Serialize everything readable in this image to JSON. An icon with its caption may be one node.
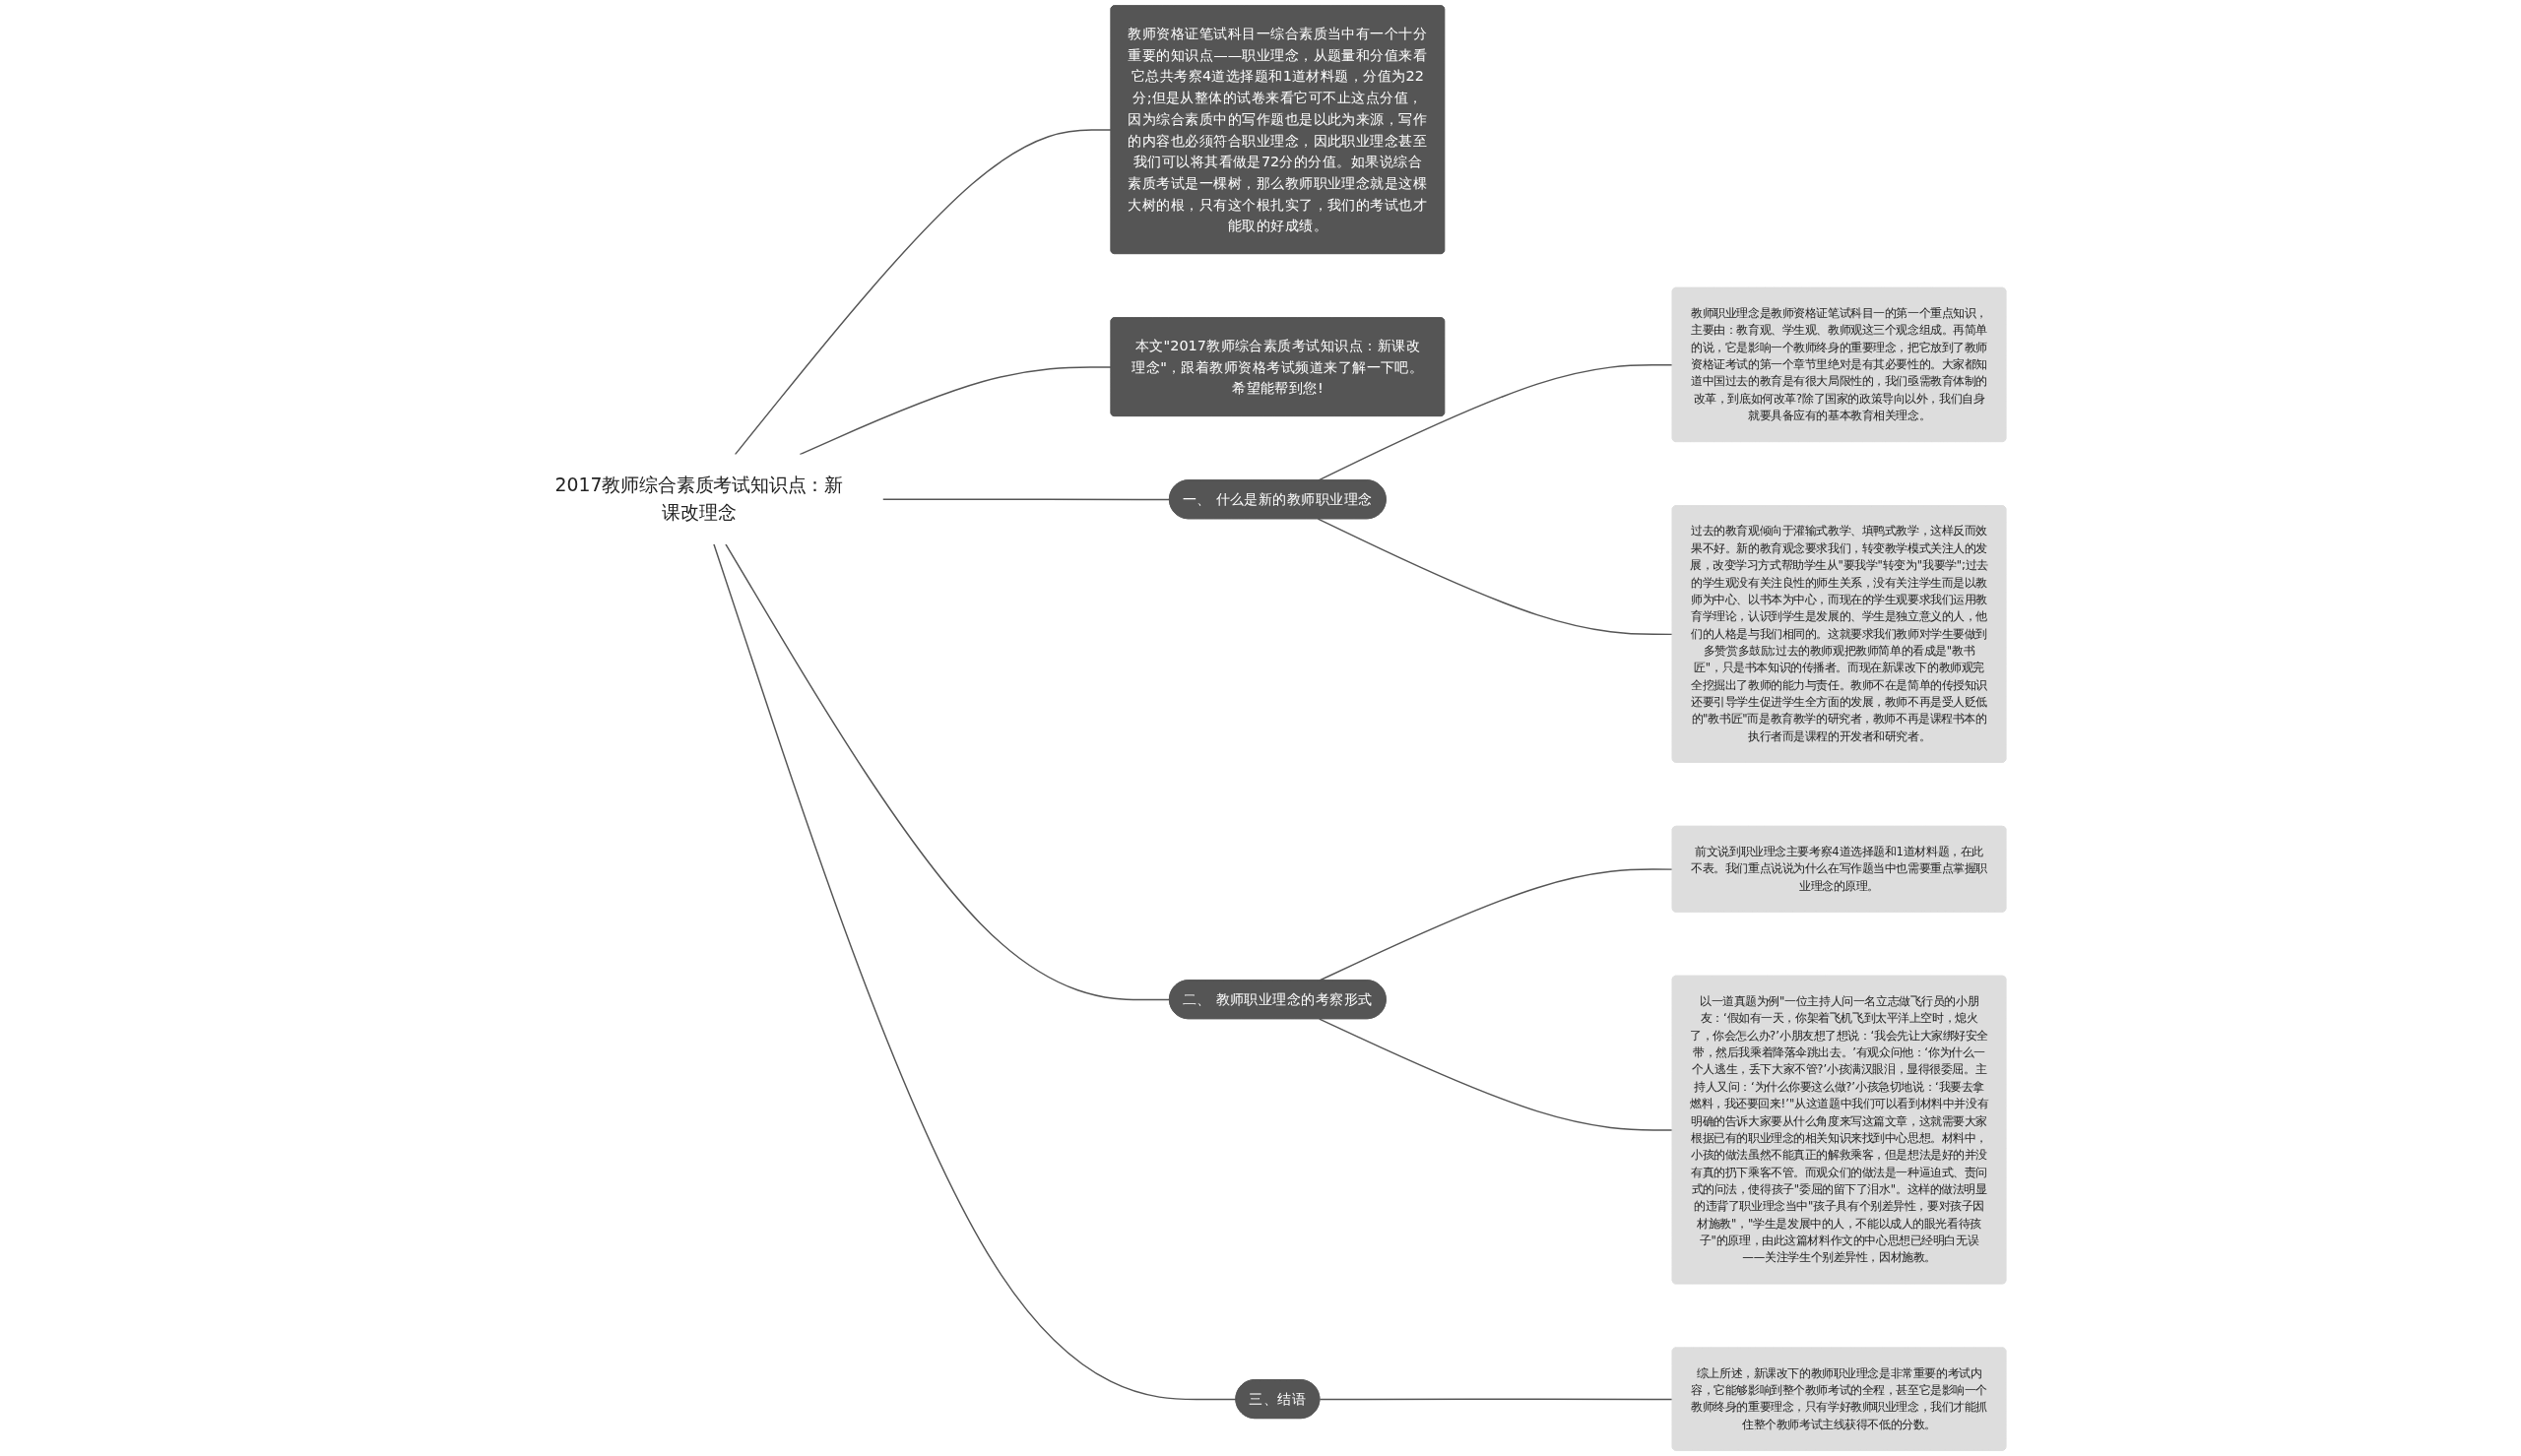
{
  "diagram": {
    "nodes": [
      {
        "text": [
          "2017教师综合素质考试知识点：新课改理念"
        ]
      },
      {
        "text": [
          "教师资格证笔试科目一综合素质当中有一个十分重要的知识点——职业理念，从题量和分值来看它总共考察4道选择题和1道材料题，分值为22分;但是从整体的试卷来看它可不止这点分值，因为综合素质中的写作题也是以此为来源，写作的内容也必须符合职业理念，因此职业理念甚至我们可以将其看做是72分的分值。如果说综合素质考试是一棵树，那么教师职业理念就是这棵大树的根，只有这个根扎实了，我们的考试也才能取的好成绩。"
        ]
      },
      {
        "text": [
          "本文\"2017教师综合素质考试知识点：新课改理念\"，跟着教师资格考试频道来了解一下吧。希望能帮到您!"
        ]
      },
      {
        "text": [
          "一、 什么是新的教师职业理念"
        ]
      },
      {
        "text": [
          "教师职业理念是教师资格证笔试科目一的第一个重点知识，主要由：教育观、学生观、教师观这三个观念组成。再简单的说，它是影响一个教师终身的重要理念，把它放到了教师资格证考试的第一个章节里绝对是有其必要性的。大家都知道中国过去的教育是有很大局限性的，我们亟需教育体制的改革，到底如何改革?除了国家的政策导向以外，我们自身就要具备应有的基本教育相关理念。"
        ]
      },
      {
        "text": [
          "过去的教育观倾向于灌输式教学、填鸭式教学，这样反而效果不好。新的教育观念要求我们，转变教学模式关注人的发展，改变学习方式帮助学生从\"要我学\"转变为\"我要学\";过去的学生观没有关注良性的师生关系，没有关注学生而是以教师为中心、以书本为中心，而现在的学生观要求我们运用教育学理论，认识到学生是发展的、学生是独立意义的人，他们的人格是与我们相同的。这就要求我们教师对学生要做到多赞赏多鼓励;过去的教师观把教师简单的看成是\"教书匠\"，只是书本知识的传播者。而现在新课改下的教师观完全挖掘出了教师的能力与责任。教师不在是简单的传授知识还要引导学生促进学生全方面的发展，教师不再是受人贬低的\"教书匠\"而是教育教学的研究者，教师不再是课程书本的执行者而是课程的开发者和研究者。"
        ]
      },
      {
        "text": [
          "二、 教师职业理念的考察形式"
        ]
      },
      {
        "text": [
          "前文说到职业理念主要考察4道选择题和1道材料题，在此不表。我们重点说说为什么在写作题当中也需要重点掌握职业理念的原理。"
        ]
      },
      {
        "text": [
          "以一道真题为例\"一位主持人问一名立志做飞行员的小朋友：‘假如有一天，你架着飞机飞到太平洋上空时，熄火了，你会怎么办?’小朋友想了想说：‘我会先让大家绑好安全带，然后我乘着降落伞跳出去。’有观众问他：‘你为什么一个人逃生，丢下大家不管?’小孩满汉眼泪，显得很委屈。主持人又问：‘为什么你要这么做?’小孩急切地说：‘我要去拿燃料，我还要回来!’\"从这道题中我们可以看到材料中并没有明确的告诉大家要从什么角度来写这篇文章，这就需要大家根据已有的职业理念的相关知识来找到中心思想。材料中，小孩的做法虽然不能真正的解救乘客，但是想法是好的并没有真的扔下乘客不管。而观众们的做法是一种逼迫式、责问式的问法，使得孩子\"委屈的留下了泪水\"。这样的做法明显的违背了职业理念当中\"孩子具有个别差异性，要对孩子因材施教\"，\"学生是发展中的人，不能以成人的眼光看待孩子\"的原理，由此这篇材料作文的中心思想已经明白无误——关注学生个别差异性，因材施教。"
        ]
      },
      {
        "text": [
          "三、结语"
        ]
      },
      {
        "text": [
          "综上所述，新课改下的教师职业理念是非常重要的考试内容，它能够影响到整个教师考试的全程，甚至它是影响一个教师终身的重要理念，只有学好教师职业理念，我们才能抓住整个教师考试主线获得不低的分数。"
        ]
      }
    ],
    "edges": [
      {
        "from": 0,
        "to": 1,
        "arrow": "none"
      },
      {
        "from": 0,
        "to": 2,
        "arrow": "none"
      },
      {
        "from": 0,
        "to": 3,
        "arrow": "none"
      },
      {
        "from": 3,
        "to": 4,
        "arrow": "none"
      },
      {
        "from": 3,
        "to": 5,
        "arrow": "none"
      },
      {
        "from": 0,
        "to": 6,
        "arrow": "none"
      },
      {
        "from": 6,
        "to": 7,
        "arrow": "none"
      },
      {
        "from": 6,
        "to": 8,
        "arrow": "none"
      },
      {
        "from": 0,
        "to": 9,
        "arrow": "none"
      },
      {
        "from": 9,
        "to": 10,
        "arrow": "none"
      }
    ]
  }
}
